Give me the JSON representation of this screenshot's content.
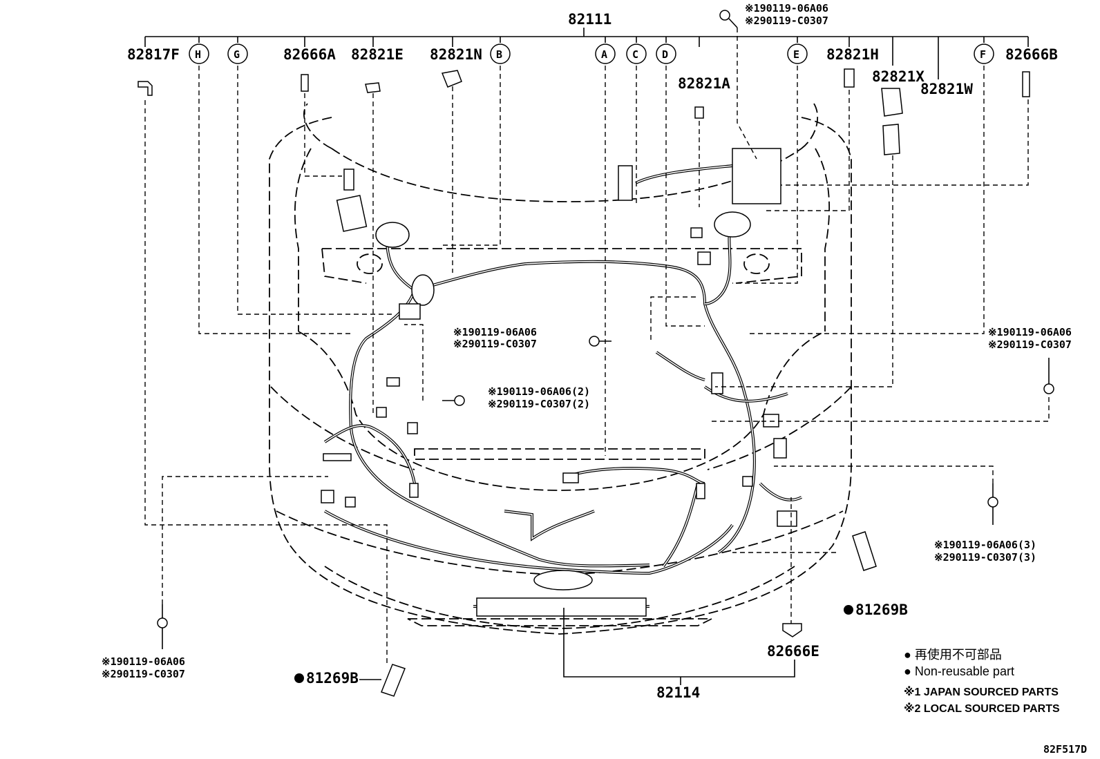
{
  "parts": {
    "main_harness": "82111",
    "bracket_left": "82817F",
    "clamp_a": "82666A",
    "clamp_b": "82666B",
    "clamp_e": "82666E",
    "protector_e": "82821E",
    "protector_n": "82821N",
    "protector_a": "82821A",
    "protector_h": "82821H",
    "protector_x": "82821X",
    "protector_w": "82821W",
    "lower_harness": "82114",
    "clip_left": "81269B",
    "clip_right": "81269B"
  },
  "callouts": {
    "a": "A",
    "b": "B",
    "c": "C",
    "d": "D",
    "e": "E",
    "f": "F",
    "g": "G",
    "h": "H"
  },
  "bolts": {
    "top": {
      "line1": "※190119-06A06",
      "line2": "※290119-C0307"
    },
    "center": {
      "line1": "※190119-06A06",
      "line2": "※290119-C0307"
    },
    "center_low": {
      "line1": "※190119-06A06(2)",
      "line2": "※290119-C0307(2)"
    },
    "right": {
      "line1": "※190119-06A06",
      "line2": "※290119-C0307"
    },
    "right_low": {
      "line1": "※190119-06A06(3)",
      "line2": "※290119-C0307(3)"
    },
    "left": {
      "line1": "※190119-06A06",
      "line2": "※290119-C0307"
    }
  },
  "legend": {
    "jp_nonreusable": "● 再使用不可部品",
    "en_nonreusable": "● Non-reusable part",
    "note1": "※1 JAPAN SOURCED PARTS",
    "note2": "※2 LOCAL SOURCED PARTS"
  },
  "figure_code": "82F517D"
}
